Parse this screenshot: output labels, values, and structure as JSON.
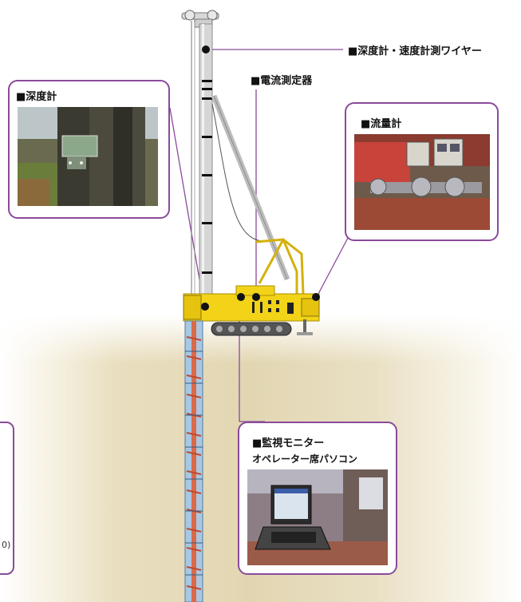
{
  "labels": {
    "depth_speed_wire": "■深度計・速度計測ワイヤー",
    "current_meter": "■電流測定器"
  },
  "panels": {
    "depth_meter": {
      "title": "■深度計"
    },
    "flow_meter": {
      "title": "■流量計"
    },
    "monitor": {
      "title": "■監視モニター",
      "subtitle": "オペレーター席パソコン"
    }
  },
  "edge_text": "0)",
  "colors": {
    "callout": "#8a4a9a",
    "rig_yellow": "#f2d318",
    "mast": "#d6d6d6",
    "auger": "#d96a4a",
    "casing": "#a9c7e2"
  }
}
